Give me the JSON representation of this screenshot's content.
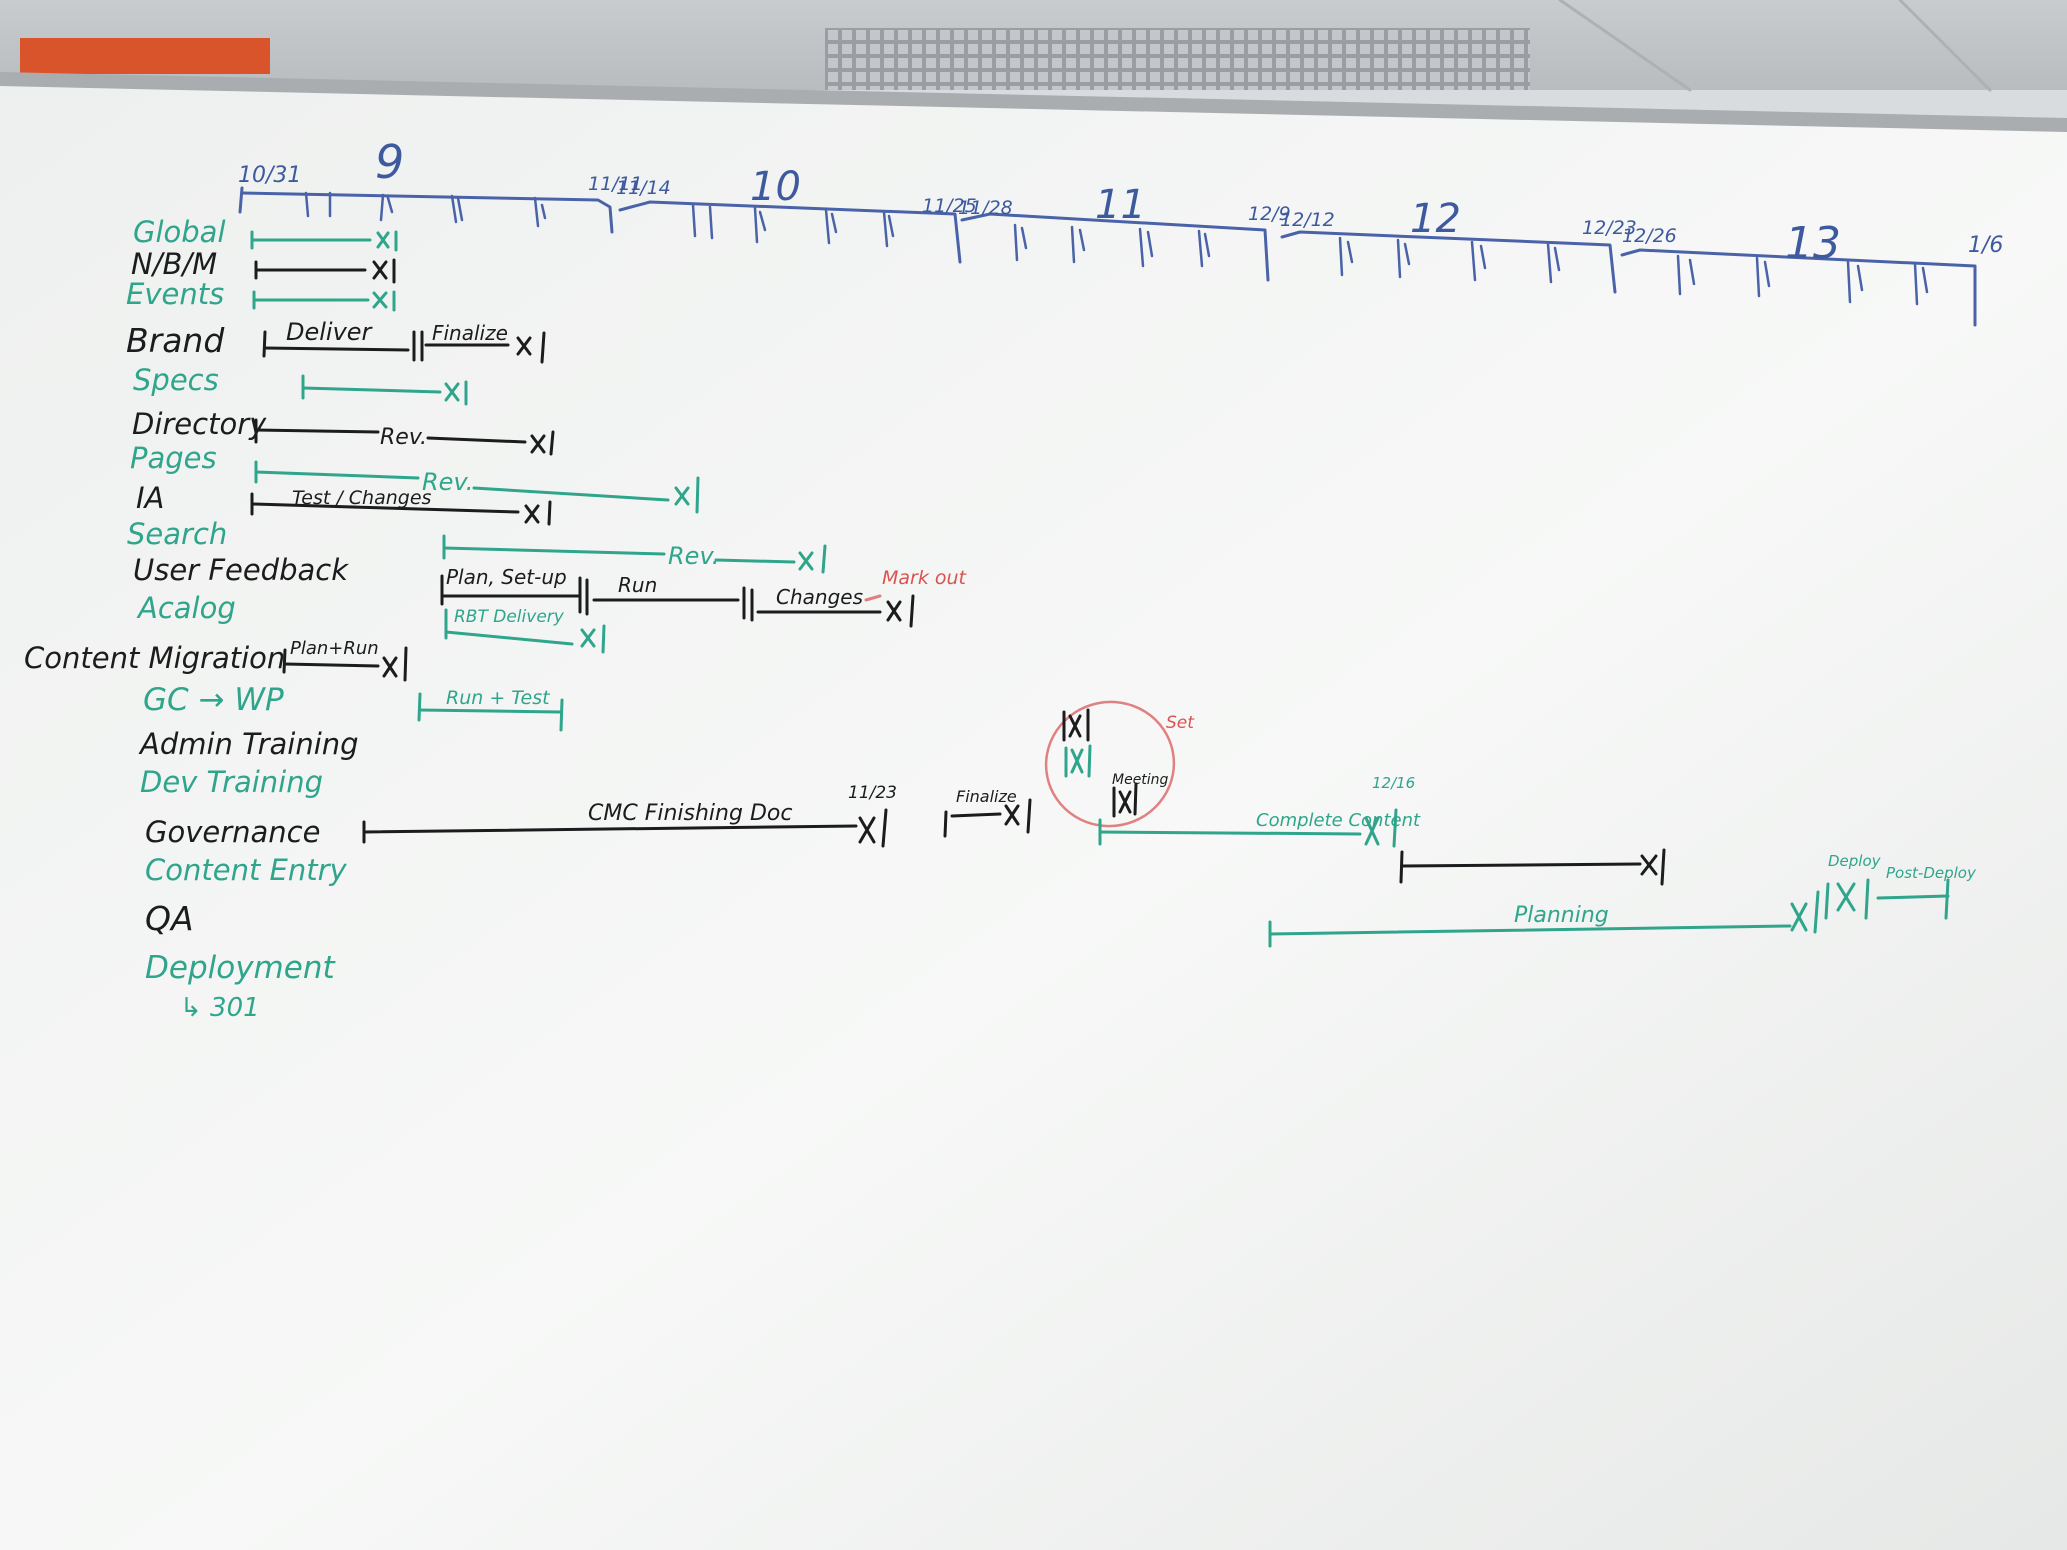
{
  "timeline": {
    "week_numbers": [
      "9",
      "10",
      "11",
      "12",
      "13"
    ],
    "dates": [
      "10/31",
      "11/11",
      "11/14",
      "11/25",
      "11/28",
      "12/9",
      "12/12",
      "12/23",
      "12/26",
      "1/6"
    ]
  },
  "rows": [
    {
      "label": "Global",
      "color": "green"
    },
    {
      "label": "N/B/M",
      "color": "black"
    },
    {
      "label": "Events",
      "color": "green"
    },
    {
      "label": "Brand",
      "color": "black"
    },
    {
      "label": "Specs",
      "color": "green"
    },
    {
      "label": "Directory",
      "color": "black"
    },
    {
      "label": "Pages",
      "color": "green"
    },
    {
      "label": "IA",
      "color": "black"
    },
    {
      "label": "Search",
      "color": "green"
    },
    {
      "label": "User Feedback",
      "color": "black"
    },
    {
      "label": "Acalog",
      "color": "green"
    },
    {
      "label": "Content Migration",
      "color": "black"
    },
    {
      "label": "GC → WP",
      "color": "green"
    },
    {
      "label": "Admin Training",
      "color": "black"
    },
    {
      "label": "Dev Training",
      "color": "green"
    },
    {
      "label": "Governance",
      "color": "black"
    },
    {
      "label": "Content Entry",
      "color": "green"
    },
    {
      "label": "QA",
      "color": "black"
    },
    {
      "label": "Deployment",
      "color": "green"
    },
    {
      "label": "↳ 301",
      "color": "green"
    }
  ],
  "bar_labels": {
    "brand_deliver": "Deliver",
    "brand_finalize": "Finalize",
    "directory_rev": "Rev.",
    "pages_rev": "Rev.",
    "ia_test": "Test / Changes",
    "search_rev": "Rev.",
    "uf_plan": "Plan, Set-up",
    "uf_run": "Run",
    "uf_changes": "Changes",
    "uf_mark_out": "Mark out",
    "acalog_rbt": "RBT Delivery",
    "cm_plan_run": "Plan+Run",
    "gc_run_test": "Run + Test",
    "gov_cmc": "CMC Finishing Doc",
    "gov_date": "11/23",
    "gov_finalize": "Finalize",
    "meeting": "Meeting",
    "set_note": "Set",
    "ce_complete": "Complete Content",
    "ce_date": "12/16",
    "dep_planning": "Planning",
    "dep_deploy": "Deploy",
    "dep_post": "Post-Deploy"
  },
  "colors": {
    "board": "#f4f5f4",
    "black_ink": "#1c1c1e",
    "green_ink": "#2fa58c",
    "blue_ink": "#3d5a9e",
    "red_ink": "#d9534f",
    "wall_orange": "#d9542a"
  }
}
